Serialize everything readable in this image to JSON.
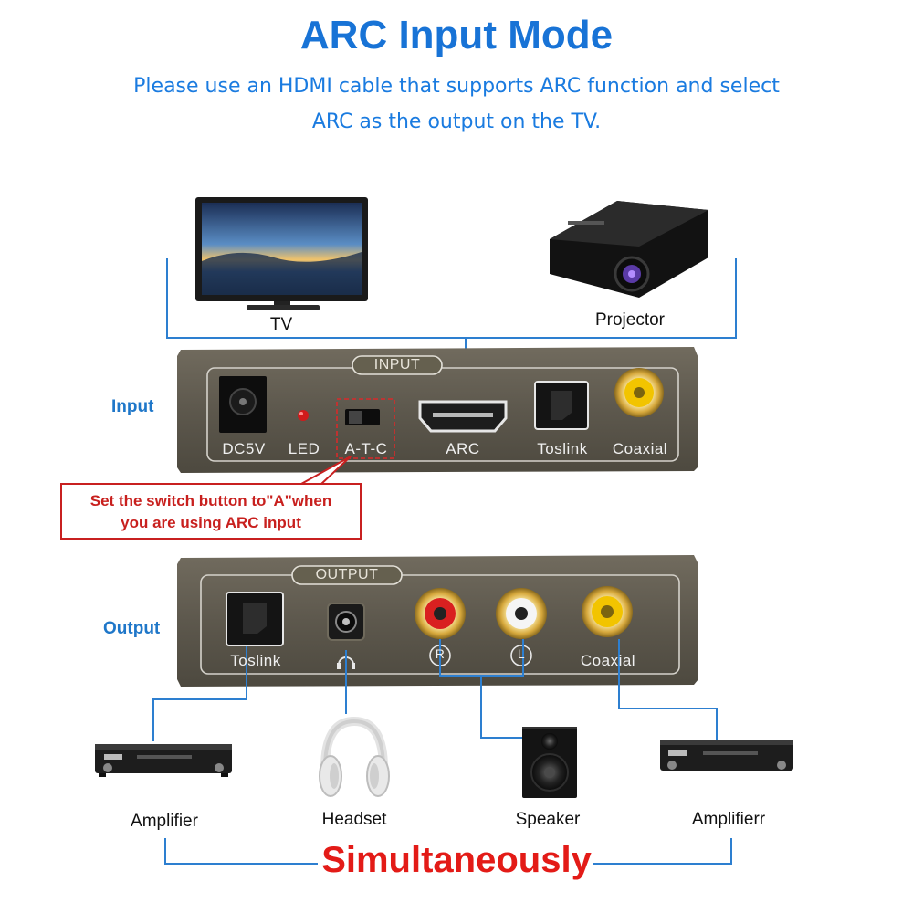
{
  "header": {
    "title": "ARC Input Mode",
    "subtitle_line1": "Please use an HDMI cable that supports ARC function and select",
    "subtitle_line2": "ARC as the output on the TV."
  },
  "sources": {
    "tv_label": "TV",
    "projector_label": "Projector"
  },
  "input_panel": {
    "side_label": "Input",
    "badge": "INPUT",
    "ports": [
      "DC5V",
      "LED",
      "A-T-C",
      "ARC",
      "Toslink",
      "Coaxial"
    ]
  },
  "callout": {
    "line1": "Set the switch button to\"A\"when",
    "line2": "you are using ARC input"
  },
  "output_panel": {
    "side_label": "Output",
    "badge": "OUTPUT",
    "ports": [
      "Toslink",
      "R",
      "L",
      "Coaxial"
    ]
  },
  "devices": {
    "amplifier": "Amplifier",
    "headset": "Headset",
    "speaker": "Speaker",
    "amplifier2": "Amplifierr"
  },
  "footer": {
    "text": "Simultaneously"
  },
  "colors": {
    "accent_blue": "#1873d6",
    "callout_red": "#c82020",
    "footer_red": "#e31b17",
    "panel": "#5f5a4f"
  }
}
